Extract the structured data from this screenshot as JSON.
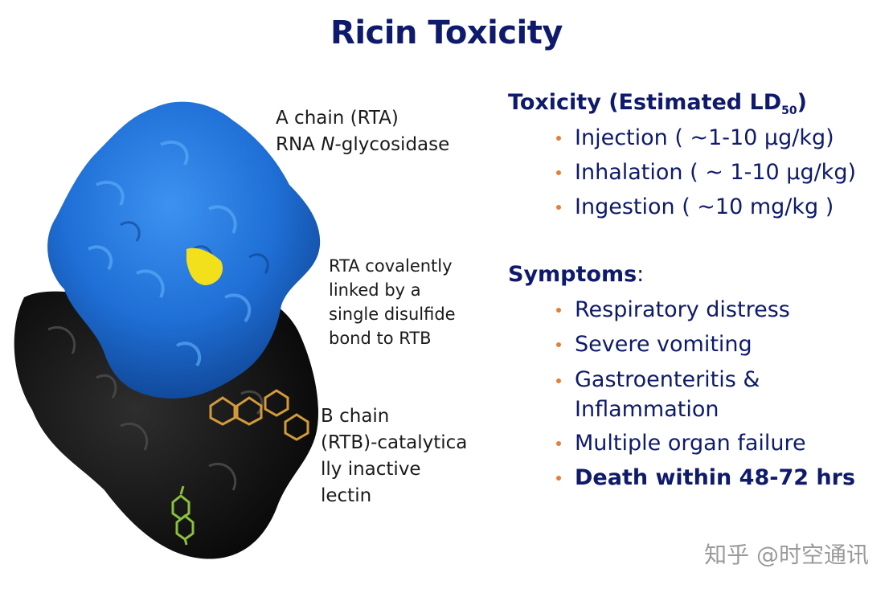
{
  "title": "Ricin Toxicity",
  "labels": {
    "a_chain_line1": "A chain (RTA)",
    "a_chain_line2_prefix": "RNA ",
    "a_chain_line2_italic": "N",
    "a_chain_line2_suffix": "-glycosidase",
    "rta_link_lines": [
      "RTA covalently",
      "linked by a",
      "single disulfide",
      "bond to RTB"
    ],
    "b_chain_lines": [
      "B chain",
      "(RTB)-catalytica",
      "lly inactive",
      "lectin"
    ]
  },
  "toxicity": {
    "heading_main": "Toxicity (Estimated LD",
    "heading_sub": "50",
    "heading_close": ")",
    "items": [
      "Injection ( ~1-10 µg/kg)",
      "Inhalation ( ~ 1-10 µg/kg)",
      "Ingestion ( ~10 mg/kg )"
    ]
  },
  "symptoms": {
    "heading": "Symptoms",
    "colon": ":",
    "items": [
      "Respiratory distress",
      "Severe vomiting",
      "Gastroenteritis &",
      "Inflammation",
      "Multiple organ failure",
      "Death within 48-72 hrs"
    ]
  },
  "watermark": "知乎 @时空通讯",
  "colors": {
    "title": "#0e1a6b",
    "bullet": "#e0803a",
    "a_chain": "#1f6fd6",
    "b_chain": "#121212",
    "disulfide": "#f2e01a",
    "glycan_orange": "#d29a3a",
    "glycan_green": "#8bbf3f"
  }
}
